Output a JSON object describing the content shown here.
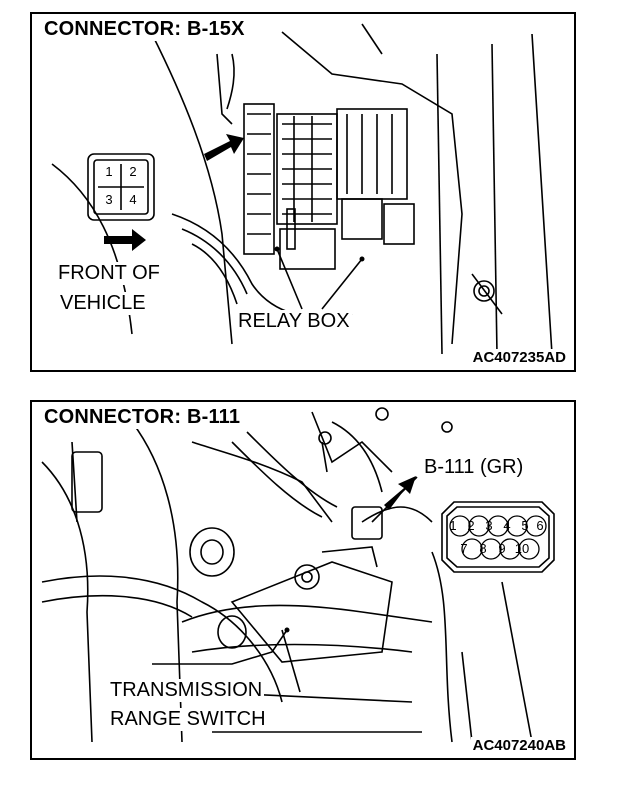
{
  "panels": [
    {
      "title": "CONNECTOR: B-15X",
      "code": "AC407235AD",
      "labels": {
        "front_line1": "FRONT OF",
        "front_line2": "VEHICLE",
        "relay_box": "RELAY BOX"
      },
      "connector_pins": [
        "1",
        "2",
        "3",
        "4"
      ]
    },
    {
      "title": "CONNECTOR: B-111",
      "code": "AC407240AB",
      "labels": {
        "connector": "B-111 (GR)",
        "switch_line1": "TRANSMISSION",
        "switch_line2": "RANGE SWITCH"
      },
      "connector_pins_top": [
        "1",
        "2",
        "3",
        "4",
        "5",
        "6"
      ],
      "connector_pins_bottom": [
        "7",
        "8",
        "9",
        "10"
      ]
    }
  ]
}
